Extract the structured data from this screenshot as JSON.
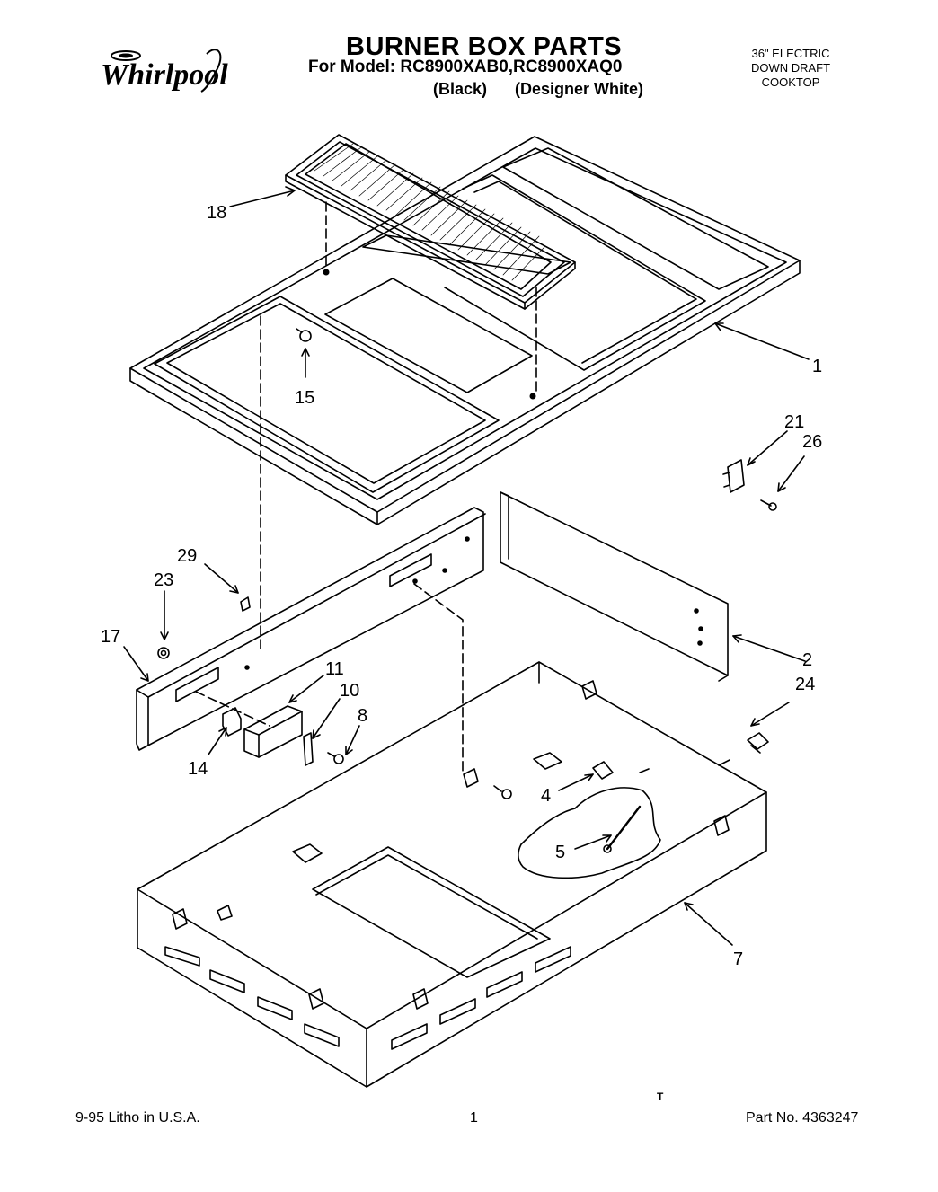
{
  "header": {
    "brand": "Whirlpool",
    "title": "BURNER BOX PARTS",
    "model_line": "For Model: RC8900XAB0,RC8900XAQ0",
    "variants": [
      "(Black)",
      "(Designer White)"
    ],
    "product_desc": [
      "36\" ELECTRIC",
      "DOWN DRAFT",
      "COOKTOP"
    ]
  },
  "callouts": [
    "18",
    "1",
    "15",
    "21",
    "26",
    "29",
    "23",
    "17",
    "2",
    "24",
    "11",
    "10",
    "8",
    "14",
    "4",
    "5",
    "7"
  ],
  "footer": {
    "date": "9-95  Litho in U.S.A.",
    "page": "1",
    "part_number": "Part No. 4363247",
    "mark": "T"
  },
  "colors": {
    "ink": "#000000",
    "paper": "#ffffff"
  }
}
